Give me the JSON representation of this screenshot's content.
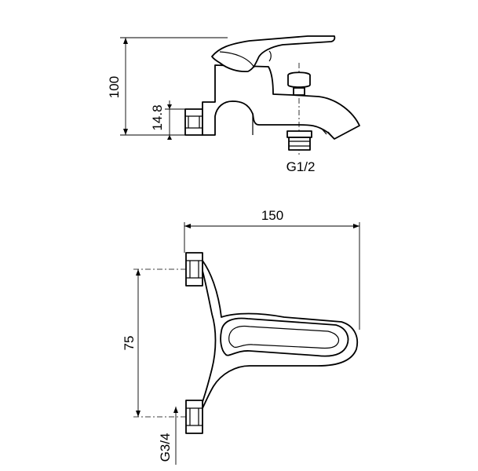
{
  "dimensions": {
    "side_height": "100",
    "inlet_size": "14.8",
    "spout_thread": "G1/2",
    "top_width": "150",
    "inlet_spacing": "75",
    "inlet_thread": "G3/4"
  },
  "colors": {
    "line": "#000000",
    "background": "#ffffff"
  }
}
